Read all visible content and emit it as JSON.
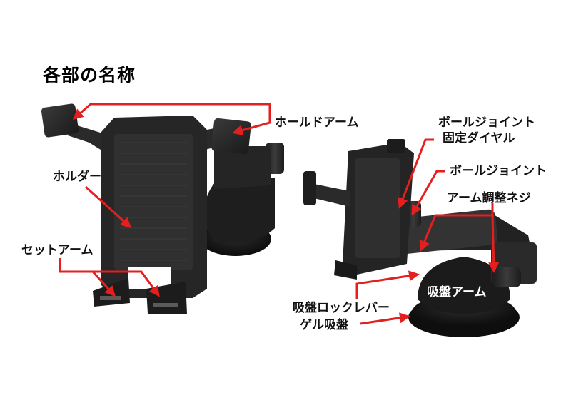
{
  "heading": "各部の名称",
  "labels": {
    "hold_arm": "ホールドアーム",
    "holder": "ホルダー",
    "set_arm": "セットアーム",
    "ball_joint_dial_line1": "ボールジョイント",
    "ball_joint_dial_line2": "固定ダイヤル",
    "ball_joint": "ボールジョイント",
    "arm_adjust_screw": "アーム調整ネジ",
    "suction_arm": "吸盤アーム",
    "suction_lock_lever": "吸盤ロックレバー",
    "gel_suction": "ゲル吸盤"
  },
  "colors": {
    "callout": "#e31f1f",
    "product": "#2b2b2b",
    "product_dark": "#151515"
  }
}
